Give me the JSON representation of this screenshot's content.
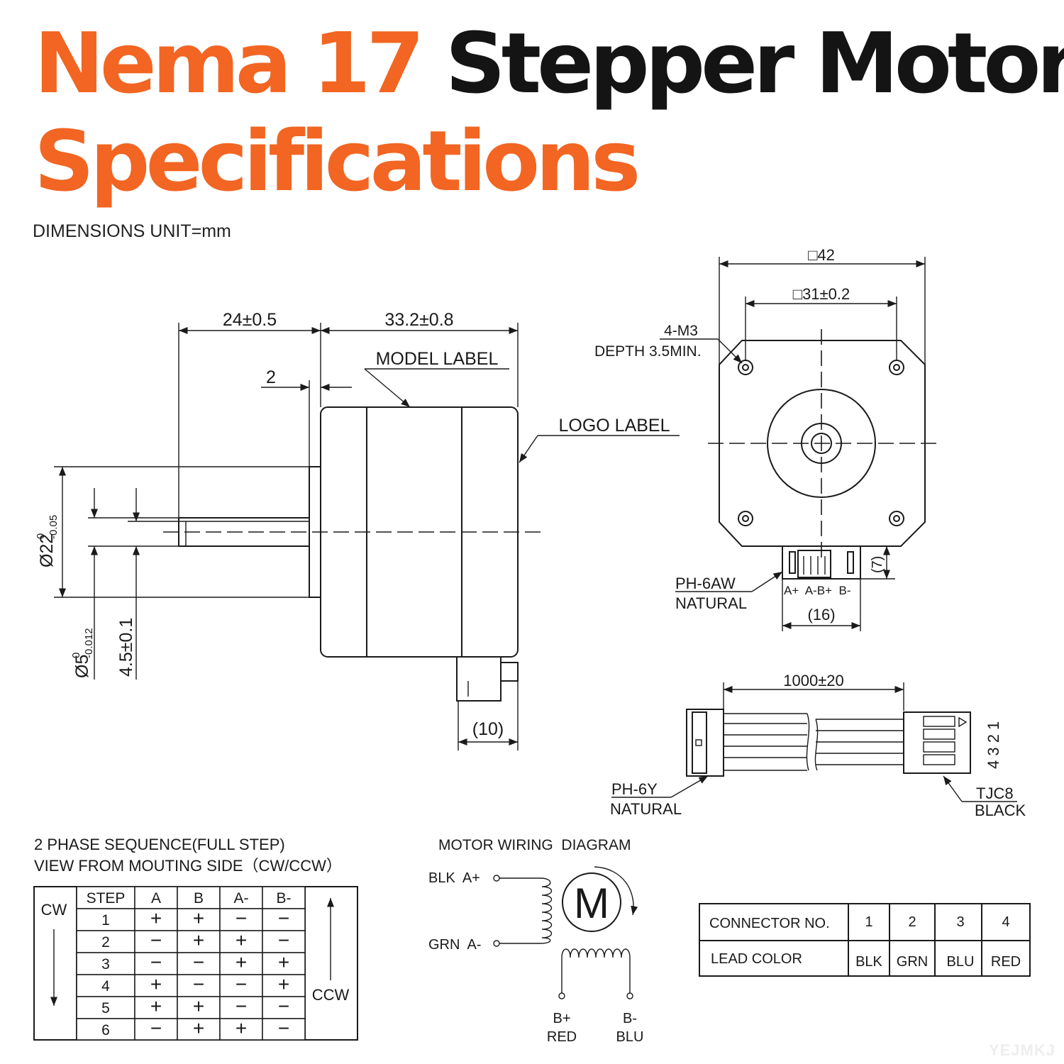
{
  "title": {
    "line1_orange": "Nema 17",
    "line1_black": "Stepper Motor",
    "line2": "Specifications"
  },
  "units_note": "DIMENSIONS UNIT=mm",
  "side_view": {
    "shaft_length": "24±0.5",
    "body_length": "33.2±0.8",
    "boss_height": "2",
    "model_label": "MODEL LABEL",
    "logo_label": "LOGO LABEL",
    "boss_diameter": "Ø22",
    "boss_tol_upper": "0",
    "boss_tol_lower": "-0.05",
    "shaft_diameter": "Ø5",
    "shaft_tol_upper": "0",
    "shaft_tol_lower": "-0.012",
    "flat_dimension": "4.5±0.1",
    "connector_offset": "(10)"
  },
  "front_view": {
    "frame_size": "□42",
    "hole_spacing": "□31±0.2",
    "hole_spec": "4-M3",
    "hole_depth": "DEPTH 3.5MIN.",
    "connector_height": "(7)",
    "connector_type": "PH-6AW",
    "connector_color": "NATURAL",
    "pin_labels": "A+  A-B+  B-",
    "connector_width": "(16)"
  },
  "cable": {
    "length": "1000±20",
    "left_connector_type": "PH-6Y",
    "left_connector_color": "NATURAL",
    "right_connector_type": "TJC8",
    "right_connector_color": "BLACK",
    "pin_numbers": "4 3 2 1"
  },
  "phase_sequence": {
    "heading_line1": "2 PHASE SEQUENCE(FULL STEP)",
    "heading_line2": "VIEW FROM MOUTING SIDE（CW/CCW）",
    "cw_label": "CW",
    "ccw_label": "CCW",
    "headers": [
      "STEP",
      "A",
      "B",
      "A-",
      "B-"
    ],
    "rows": [
      [
        "1",
        "+",
        "+",
        "−",
        "−"
      ],
      [
        "2",
        "−",
        "+",
        "+",
        "−"
      ],
      [
        "3",
        "−",
        "−",
        "+",
        "+"
      ],
      [
        "4",
        "+",
        "−",
        "−",
        "+"
      ],
      [
        "5",
        "+",
        "+",
        "−",
        "−"
      ],
      [
        "6",
        "−",
        "+",
        "+",
        "−"
      ]
    ]
  },
  "wiring": {
    "heading": "MOTOR WIRING  DIAGRAM",
    "a_plus": "BLK  A+",
    "a_minus": "GRN  A-",
    "b_plus_pin": "B+",
    "b_plus_color": "RED",
    "b_minus_pin": "B-",
    "b_minus_color": "BLU",
    "motor_symbol": "M"
  },
  "connector_table": {
    "row1_label": "CONNECTOR NO.",
    "row1_values": [
      "1",
      "2",
      "3",
      "4"
    ],
    "row2_label": "LEAD COLOR",
    "row2_values": [
      "BLK",
      "GRN",
      "BLU",
      "RED"
    ]
  },
  "watermark": "YEJMKJ",
  "colors": {
    "accent": "#f26522",
    "ink": "#1a1a1a"
  }
}
